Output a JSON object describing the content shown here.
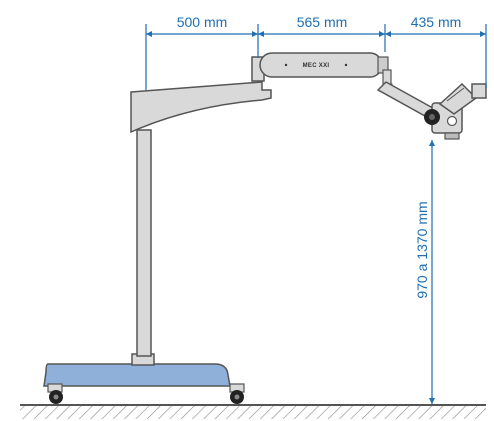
{
  "dimensions": {
    "horizontal": [
      "500 mm",
      "565 mm",
      "435 mm"
    ],
    "vertical": "970 a 1370 mm"
  },
  "product_label": "MEC XXI",
  "colors": {
    "dimension": "#1f6fb2",
    "base": "#8fb0d8",
    "body": "#d9d9d9",
    "outline": "#555555",
    "floor_hatch": "#888888"
  }
}
